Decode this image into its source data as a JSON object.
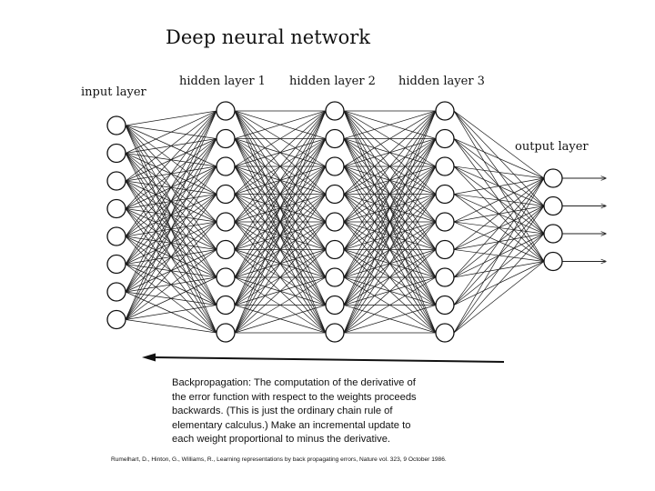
{
  "diagram": {
    "title": "Deep neural network",
    "layers": [
      {
        "label": "input layer",
        "nodes": 8
      },
      {
        "label": "hidden layer 1",
        "nodes": 9
      },
      {
        "label": "hidden layer 2",
        "nodes": 9
      },
      {
        "label": "hidden layer 3",
        "nodes": 9
      },
      {
        "label": "output layer",
        "nodes": 4
      }
    ],
    "output_arrows": 4
  },
  "caption": {
    "lines": [
      "Backpropagation: The computation of the derivative of",
      "the error function with respect to the weights proceeds",
      "backwards. (This is just the ordinary chain rule of",
      "elementary calculus.)  Make an incremental update to",
      "each weight proportional to minus the derivative."
    ]
  },
  "citation": "Rumelhart, D., Hinton, G., Williams, R., Learning representations by back propagating errors, Nature vol. 323, 9 October 1986."
}
